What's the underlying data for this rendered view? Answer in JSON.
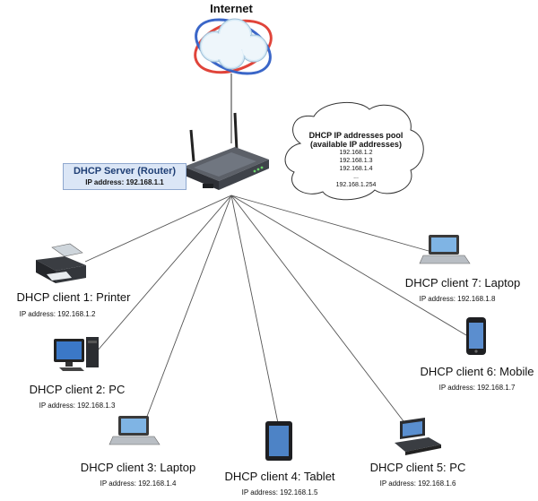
{
  "internet": {
    "label": "Internet"
  },
  "server": {
    "title": "DHCP Server (Router)",
    "ip": "IP address: 192.168.1.1"
  },
  "pool": {
    "title_line1": "DHCP IP addresses pool",
    "title_line2": "(available IP addresses)",
    "addresses": [
      "192.168.1.2",
      "192.168.1.3",
      "192.168.1.4",
      "...",
      "192.168.1.254"
    ]
  },
  "clients": [
    {
      "name": "DHCP client 1: Printer",
      "ip": "IP address: 192.168.1.2",
      "icon": "printer-icon"
    },
    {
      "name": "DHCP client 2: PC",
      "ip": "IP address: 192.168.1.3",
      "icon": "pc-icon"
    },
    {
      "name": "DHCP client 3: Laptop",
      "ip": "IP address: 192.168.1.4",
      "icon": "laptop-icon"
    },
    {
      "name": "DHCP client 4: Tablet",
      "ip": "IP address: 192.168.1.5",
      "icon": "tablet-icon"
    },
    {
      "name": "DHCP client 5: PC",
      "ip": "IP address: 192.168.1.6",
      "icon": "pc-icon"
    },
    {
      "name": "DHCP client 6: Mobile",
      "ip": "IP address: 192.168.1.7",
      "icon": "mobile-icon"
    },
    {
      "name": "DHCP client 7: Laptop",
      "ip": "IP address: 192.168.1.8",
      "icon": "laptop-icon"
    }
  ],
  "colors": {
    "server_box": "#dbe6f6",
    "server_title": "#1f3f75",
    "cloud": "#d6eaf6",
    "line": "#555555"
  }
}
